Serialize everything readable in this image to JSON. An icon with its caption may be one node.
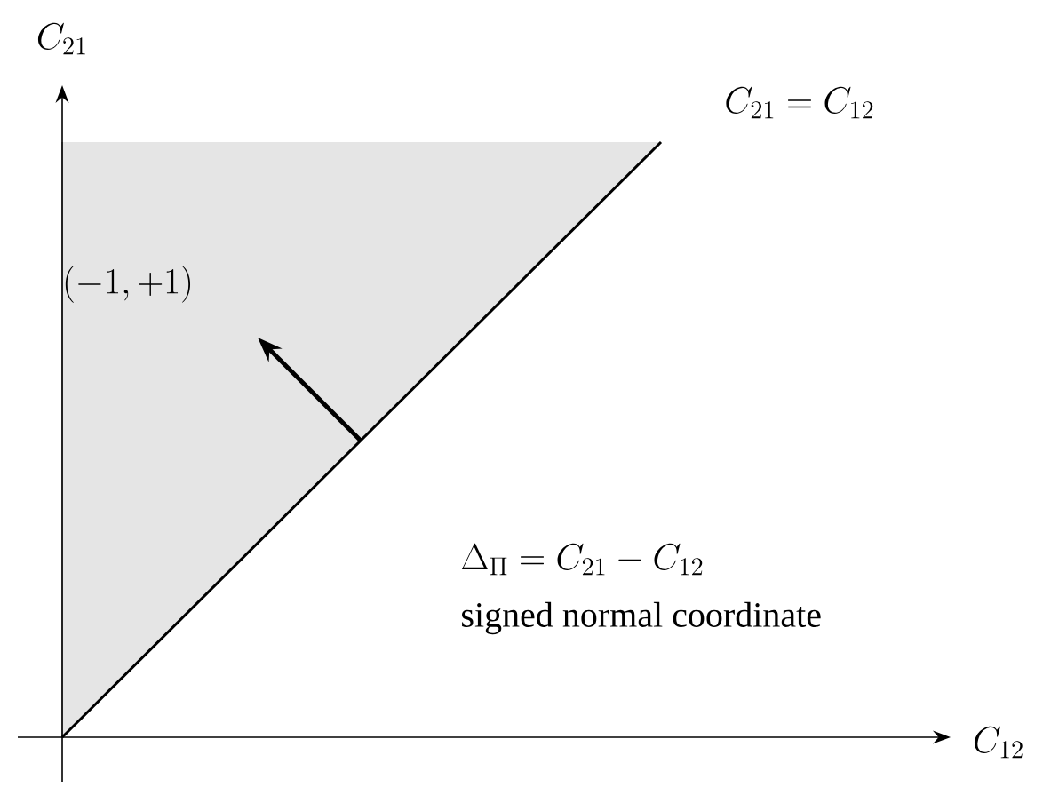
{
  "diagram": {
    "labels": [
      "C_{21}",
      "C_{21} = C_{12}",
      "(-1, +1)",
      "\\Delta_{\\Pi} = C_{21} - C_{12}",
      "signed normal coordinate",
      "C_{12}"
    ]
  }
}
